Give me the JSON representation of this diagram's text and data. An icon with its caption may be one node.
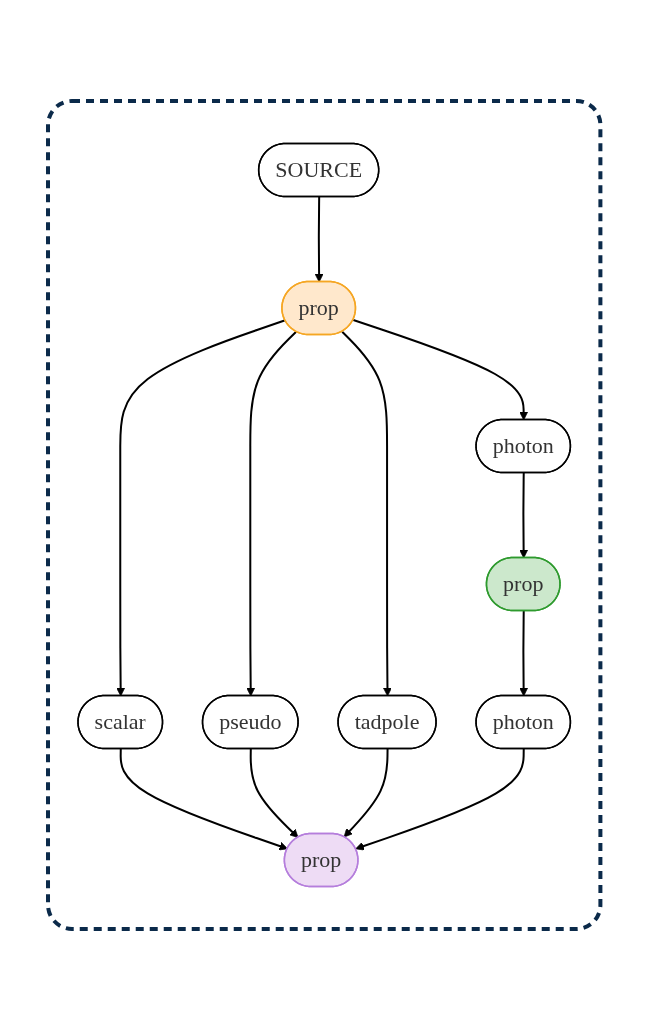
{
  "diagram": {
    "nodes": [
      {
        "text": [],
        "shape": "box"
      },
      {
        "text": [
          "SOURCE"
        ],
        "in": 0
      },
      {
        "text": [
          "prop"
        ],
        "in": 0
      },
      {
        "text": [
          "scalar"
        ],
        "in": 0
      },
      {
        "text": [
          "photon"
        ],
        "in": 0
      },
      {
        "text": [
          "pseudo"
        ],
        "in": 0
      },
      {
        "text": [
          "prop"
        ],
        "in": 0
      },
      {
        "text": [
          "tadpole"
        ],
        "in": 0
      },
      {
        "text": [
          "photon"
        ],
        "in": 0
      },
      {
        "text": [
          "prop"
        ],
        "in": 0
      }
    ],
    "edges": [
      {
        "from": 1,
        "to": 2,
        "arrow": "to"
      },
      {
        "from": 2,
        "to": 7,
        "arrow": "to"
      },
      {
        "from": 2,
        "to": 3,
        "arrow": "to"
      },
      {
        "from": 2,
        "to": 5,
        "arrow": "to"
      },
      {
        "from": 2,
        "to": 4,
        "arrow": "to"
      },
      {
        "from": 4,
        "to": 6,
        "arrow": "to"
      },
      {
        "from": 3,
        "to": 9,
        "arrow": "to"
      },
      {
        "from": 5,
        "to": 9,
        "arrow": "to"
      },
      {
        "from": 6,
        "to": 8,
        "arrow": "to"
      },
      {
        "from": 7,
        "to": 9,
        "arrow": "to"
      },
      {
        "from": 8,
        "to": 9,
        "arrow": "to"
      }
    ]
  }
}
